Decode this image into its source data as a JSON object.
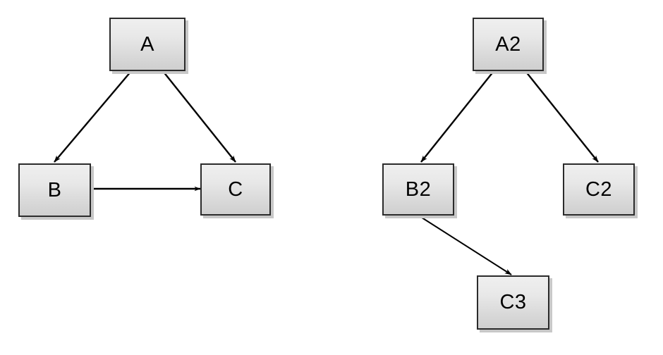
{
  "diagram": {
    "type": "flowchart",
    "background_color": "#ffffff",
    "node_fill_top": "#efefef",
    "node_fill_bottom": "#cfcfcf",
    "node_border_color": "#2b2b2b",
    "node_shadow_color": "#c8c8c8",
    "edge_color": "#000000",
    "graphs": [
      {
        "name": "left-graph",
        "nodes": [
          {
            "id": "A",
            "label": "A"
          },
          {
            "id": "B",
            "label": "B"
          },
          {
            "id": "C",
            "label": "C"
          }
        ],
        "edges": [
          {
            "from": "A",
            "to": "B",
            "arrow": "single"
          },
          {
            "from": "A",
            "to": "C",
            "arrow": "single"
          },
          {
            "from": "B",
            "to": "C",
            "arrow": "single"
          }
        ]
      },
      {
        "name": "right-graph",
        "nodes": [
          {
            "id": "A2",
            "label": "A2"
          },
          {
            "id": "B2",
            "label": "B2"
          },
          {
            "id": "C2",
            "label": "C2"
          },
          {
            "id": "C3",
            "label": "C3"
          }
        ],
        "edges": [
          {
            "from": "A2",
            "to": "B2",
            "arrow": "single"
          },
          {
            "from": "A2",
            "to": "C2",
            "arrow": "single"
          },
          {
            "from": "B2",
            "to": "C3",
            "arrow": "single"
          }
        ]
      }
    ]
  }
}
